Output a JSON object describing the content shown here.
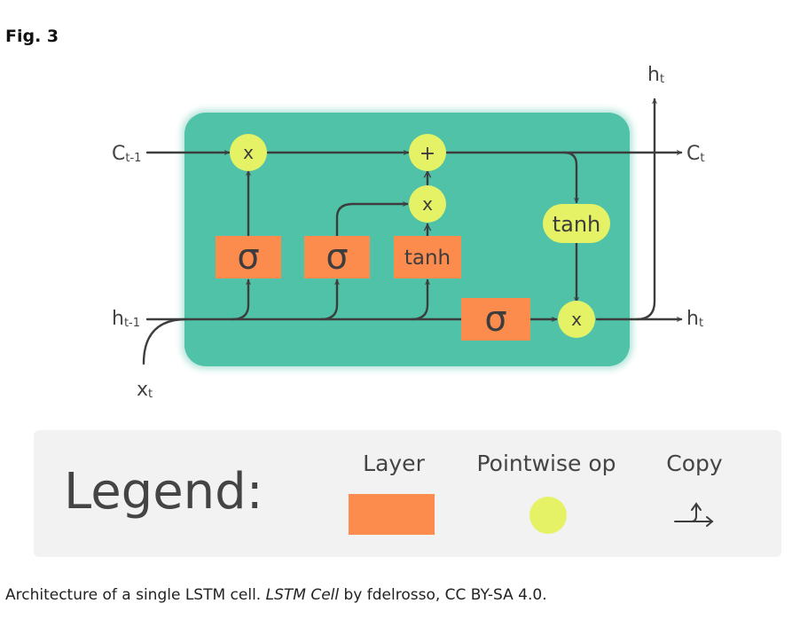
{
  "figure": {
    "label": "Fig. 3"
  },
  "diagram": {
    "labels": {
      "c_prev": "C",
      "c_prev_sub": "t-1",
      "h_prev": "h",
      "h_prev_sub": "t-1",
      "x_in": "x",
      "x_in_sub": "t",
      "h_out_top": "h",
      "h_out_top_sub": "t",
      "c_out": "C",
      "c_out_sub": "t",
      "h_out_right": "h",
      "h_out_right_sub": "t"
    },
    "layers": {
      "forget": "σ",
      "input": "σ",
      "candidate": "tanh",
      "output": "σ"
    },
    "ops": {
      "forget_mult": "x",
      "add": "+",
      "input_mult": "x",
      "cell_tanh": "tanh",
      "output_mult": "x"
    }
  },
  "legend": {
    "title": "Legend:",
    "layer": "Layer",
    "pointwise": "Pointwise op",
    "copy": "Copy"
  },
  "caption": {
    "prefix": "Architecture of a single LSTM cell. ",
    "title": "LSTM Cell",
    "suffix": " by fdelrosso, CC BY-SA 4.0."
  },
  "colors": {
    "cell": "#4fc2a8",
    "layer": "#fc8c4e",
    "pointwise": "#e5f266",
    "line": "#3d3d3d",
    "legend_bg": "#f2f2f2"
  }
}
